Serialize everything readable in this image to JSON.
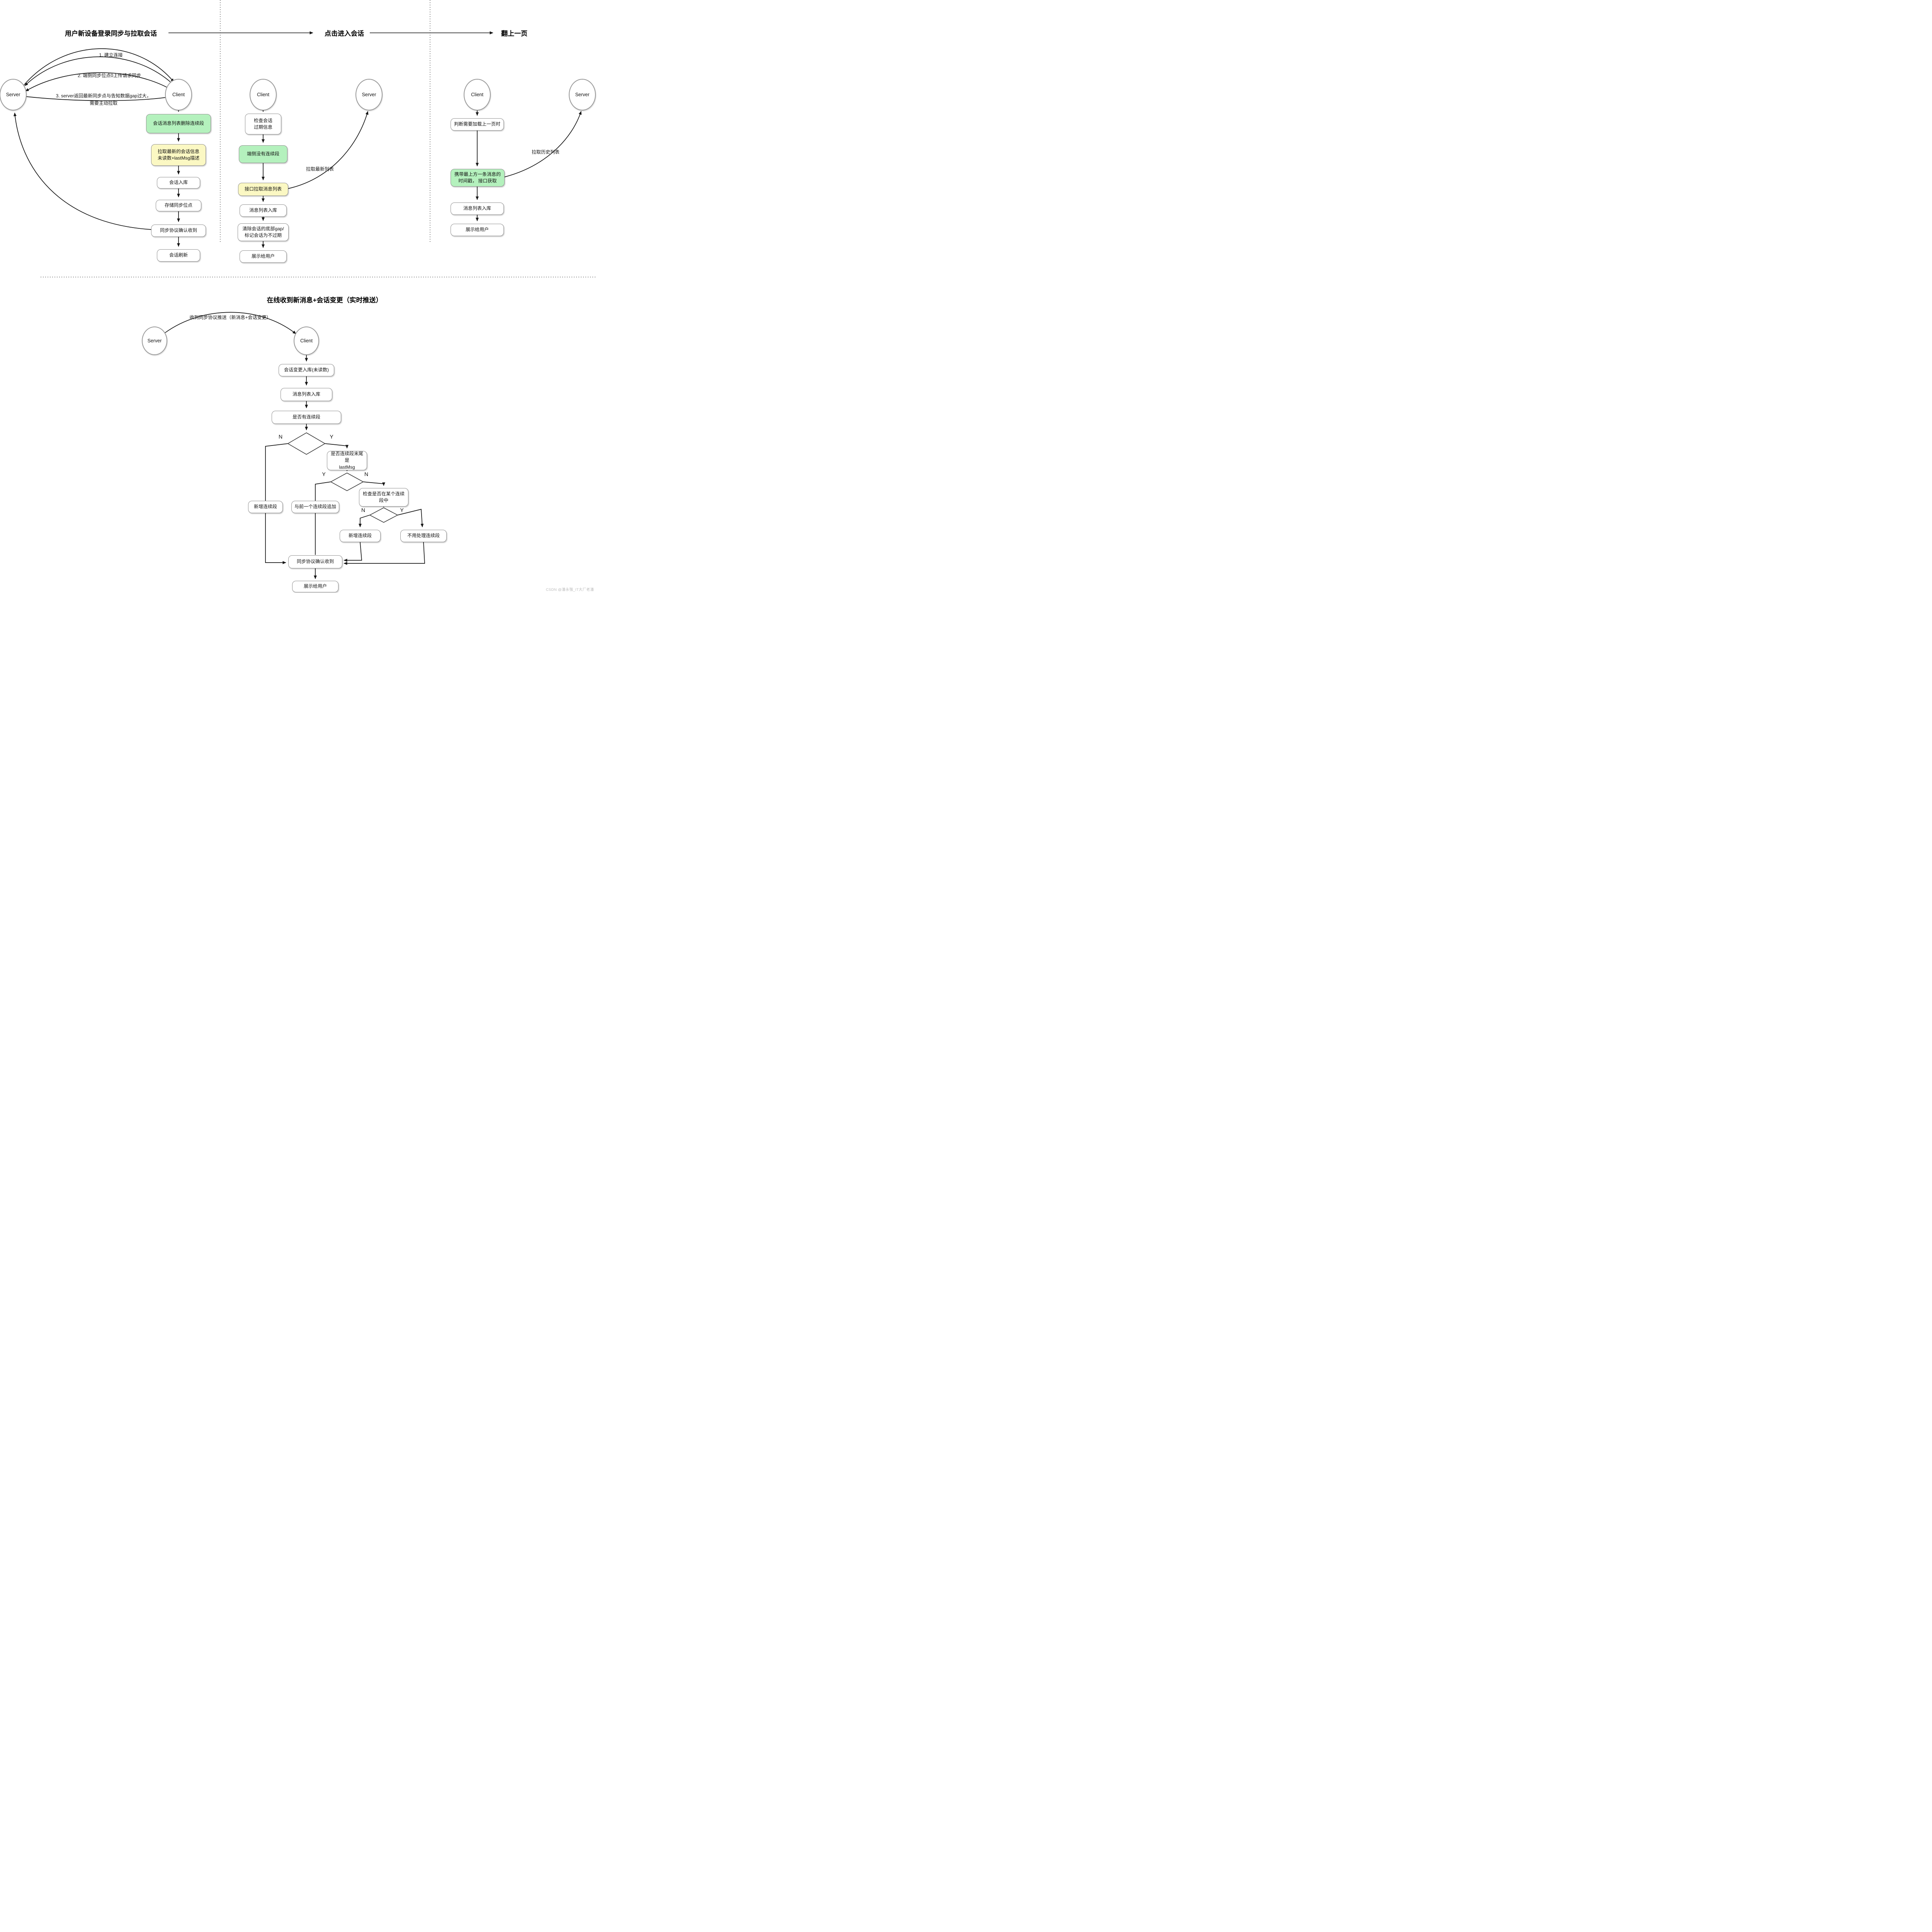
{
  "colors": {
    "green_box": "#b4f1bd",
    "yellow_box": "#fbf8c3",
    "line": "#141414",
    "box_border": "#8f8f8f",
    "watermark": "#bcbcbc"
  },
  "watermark": "CSDN @潘永强_IT大厂老潘",
  "section1": {
    "title": "用户新设备登录同步与拉取会话",
    "server_label": "Server",
    "client_label": "Client",
    "arrow1": "1. 建立连接",
    "arrow2": "2. 端侧同步位点0上传请求同步",
    "arrow3": "3. server返回最新同步点与告知数据gap过大，\n需要主动拉取",
    "steps": {
      "delete_segment": "会话消息列表删除连续段",
      "pull_latest": "拉取最新的会话信息\n未读数+lastMsg描述",
      "session_store": "会话入库",
      "store_sync_point": "存储同步位点",
      "sync_ack": "同步协议确认收到",
      "session_refresh": "会话刷新"
    }
  },
  "section2": {
    "title": "点击进入会话",
    "client_label": "Client",
    "server_label": "Server",
    "arrow_pull_latest": "拉取最新列表",
    "steps": {
      "check_expired": "检查会话\n过期信息",
      "no_segment": "端侧没有连续段",
      "api_pull": "接口拉取消息列表",
      "msg_store": "消息列表入库",
      "clear_gap": "清除会话的底部gap/\n标记会话为不过期",
      "show_user": "展示给用户"
    }
  },
  "section3": {
    "title": "翻上一页",
    "client_label": "Client",
    "server_label": "Server",
    "arrow_pull_history": "拉取历史列表",
    "steps": {
      "judge_load_prev": "判断需要加载上一页时",
      "carry_timestamp": "携带最上方一条消息的\n时间戳， 接口获取",
      "msg_store": "消息列表入库",
      "show_user": "展示给用户"
    }
  },
  "section4": {
    "title": "在线收到新消息+会话变更（实时推送）",
    "server_label": "Server",
    "client_label": "Client",
    "arrow_push": "收到同步协议推送（新消息+会话变更）",
    "steps": {
      "session_change_store": "会话变更入库(未读数)",
      "msg_store": "消息列表入库",
      "has_segment": "是否有连续段",
      "tail_is_lastmsg": "是否连续段末尾是\nlastMsg",
      "check_in_segment": "检查是否在某个连续\n段中",
      "new_segment_left": "新增连续段",
      "append_prev": "与前一个连续段追加",
      "new_segment_right": "新增连续段",
      "no_handle": "不用处理连续段",
      "sync_ack": "同步协议确认收到",
      "show_user": "展示给用户"
    },
    "branch_labels": {
      "d1_n": "N",
      "d1_y": "Y",
      "d2_y": "Y",
      "d2_n": "N",
      "d3_n": "N",
      "d3_y": "Y"
    }
  }
}
